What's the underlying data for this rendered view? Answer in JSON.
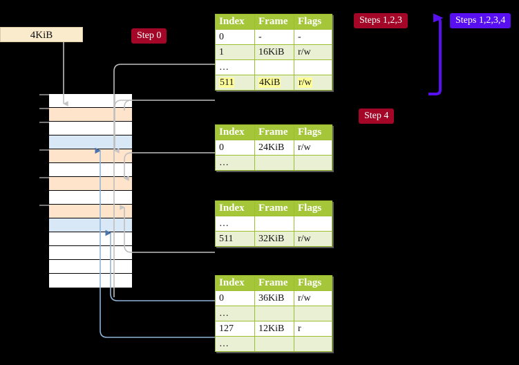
{
  "diagram": {
    "title_hidden": "",
    "source_box": {
      "label": "4KiB"
    },
    "badges": {
      "step0": {
        "label": "Step 0",
        "color": "#a30626"
      },
      "step4": {
        "label": "Step 4",
        "color": "#a30626"
      },
      "steps123": {
        "label": "Steps 1,2,3",
        "color": "#a30626"
      },
      "steps1234": {
        "label": "Steps 1,2,3,4",
        "color": "#5810f0"
      }
    },
    "tables": [
      {
        "name": "pml4-table",
        "headers": [
          "Index",
          "Frame",
          "Flags"
        ],
        "rows": [
          {
            "cells": [
              "0",
              "-",
              "-"
            ],
            "style": "plain",
            "highlight": false
          },
          {
            "cells": [
              "1",
              "16KiB",
              "r/w"
            ],
            "style": "alt",
            "highlight": false
          },
          {
            "cells": [
              "…",
              "",
              ""
            ],
            "style": "plain",
            "highlight": false
          },
          {
            "cells": [
              "511",
              "4KiB",
              "r/w"
            ],
            "style": "alt",
            "highlight": true
          }
        ]
      },
      {
        "name": "pdpt-table",
        "headers": [
          "Index",
          "Frame",
          "Flags"
        ],
        "rows": [
          {
            "cells": [
              "0",
              "24KiB",
              "r/w"
            ],
            "style": "plain",
            "highlight": false
          },
          {
            "cells": [
              "…",
              "",
              ""
            ],
            "style": "alt",
            "highlight": false
          }
        ]
      },
      {
        "name": "pd-table",
        "headers": [
          "Index",
          "Frame",
          "Flags"
        ],
        "rows": [
          {
            "cells": [
              "…",
              "",
              ""
            ],
            "style": "plain",
            "highlight": false
          },
          {
            "cells": [
              "511",
              "32KiB",
              "r/w"
            ],
            "style": "alt",
            "highlight": false
          }
        ]
      },
      {
        "name": "pt-table",
        "headers": [
          "Index",
          "Frame",
          "Flags"
        ],
        "rows": [
          {
            "cells": [
              "0",
              "36KiB",
              "r/w"
            ],
            "style": "plain",
            "highlight": false
          },
          {
            "cells": [
              "…",
              "",
              ""
            ],
            "style": "alt",
            "highlight": false
          },
          {
            "cells": [
              "127",
              "12KiB",
              "r"
            ],
            "style": "plain",
            "highlight": false
          },
          {
            "cells": [
              "…",
              "",
              ""
            ],
            "style": "alt",
            "highlight": false
          }
        ]
      }
    ],
    "memory_column": {
      "name": "physical-memory-frames",
      "rows": [
        {
          "fill": "white",
          "tick": true
        },
        {
          "fill": "peach",
          "tick": true
        },
        {
          "fill": "white",
          "tick": true
        },
        {
          "fill": "blue",
          "tick": false
        },
        {
          "fill": "peach",
          "tick": true
        },
        {
          "fill": "white",
          "tick": false
        },
        {
          "fill": "peach",
          "tick": true
        },
        {
          "fill": "white",
          "tick": false
        },
        {
          "fill": "peach",
          "tick": true
        },
        {
          "fill": "blue",
          "tick": false
        },
        {
          "fill": "white",
          "tick": false
        },
        {
          "fill": "white",
          "tick": false
        },
        {
          "fill": "white",
          "tick": false
        },
        {
          "fill": "white",
          "tick": false
        }
      ],
      "colors": {
        "white": "#ffffff",
        "peach": "#ffe4cc",
        "blue": "#d9e8f7"
      }
    },
    "wire_colors": {
      "gray": "#bfbfbf",
      "light_blue": "#8fb4d9",
      "blue_arrow": "#4a74ad",
      "purple": "#5810f0"
    }
  }
}
